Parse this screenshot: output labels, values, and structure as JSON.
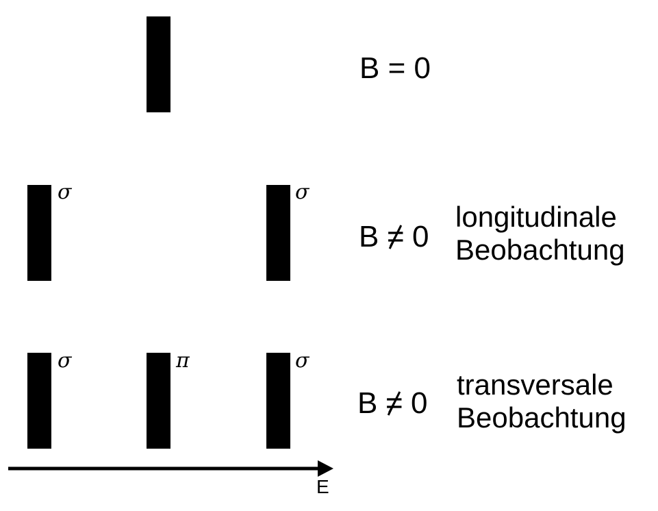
{
  "rows": [
    {
      "field_prefix": "B ",
      "field_operator": "=",
      "field_value": " 0",
      "observation_line1": "",
      "observation_line2": "",
      "lines": [
        {
          "label": ""
        }
      ]
    },
    {
      "field_prefix": "B ",
      "field_operator": "≠",
      "field_value": " 0",
      "observation_line1": "longitudinale",
      "observation_line2": "Beobachtung",
      "lines": [
        {
          "label": "σ"
        },
        {
          "label": "σ"
        }
      ]
    },
    {
      "field_prefix": "B ",
      "field_operator": "≠",
      "field_value": " 0",
      "observation_line1": "transversale",
      "observation_line2": "Beobachtung",
      "lines": [
        {
          "label": "σ"
        },
        {
          "label": "π"
        },
        {
          "label": "σ"
        }
      ]
    }
  ],
  "axis": {
    "label": "E"
  },
  "colors": {
    "foreground": "#000000",
    "background": "#ffffff"
  }
}
